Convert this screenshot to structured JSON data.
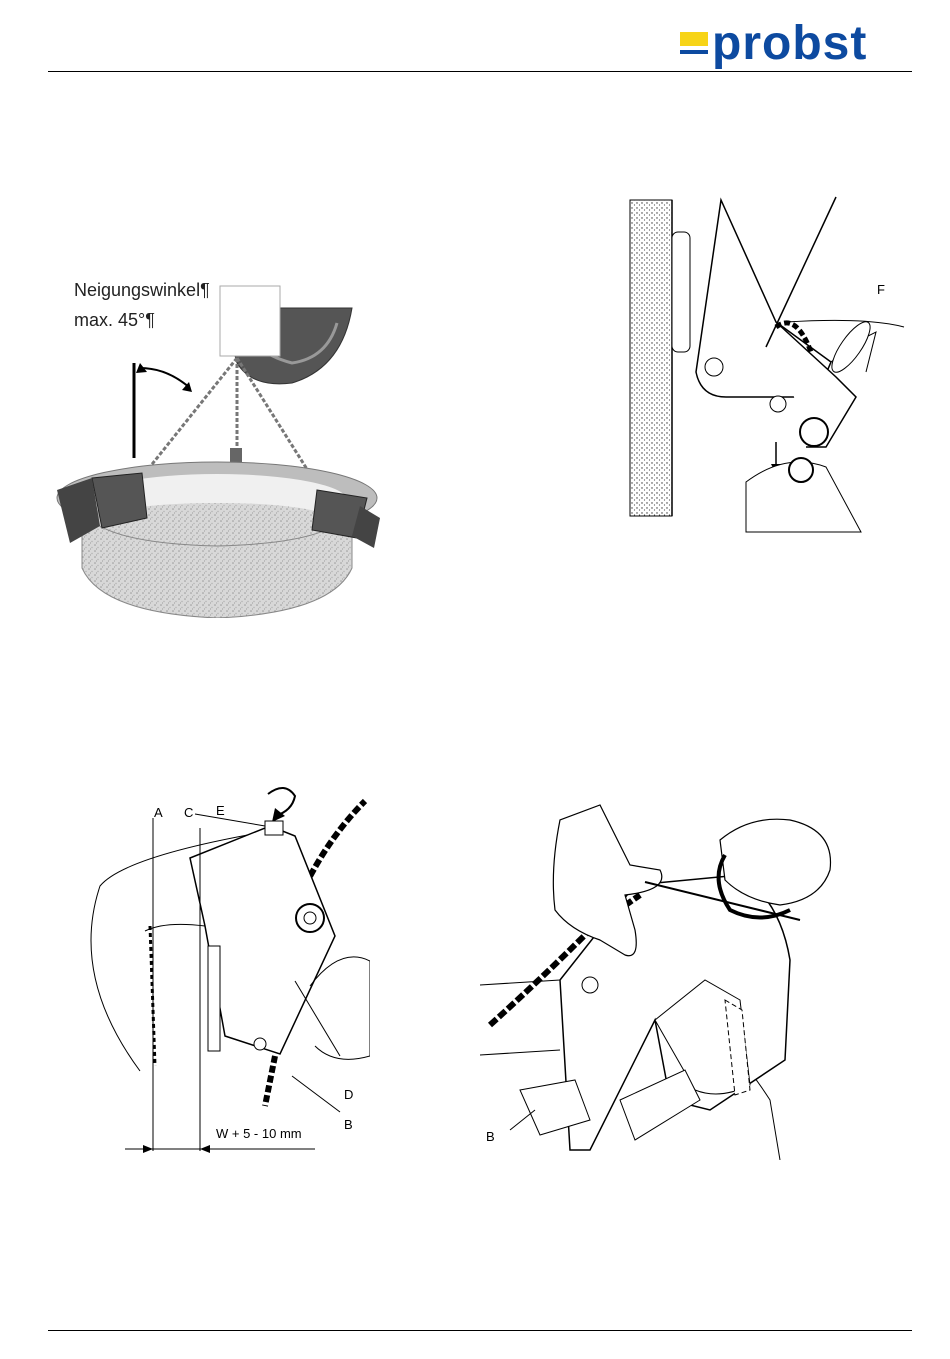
{
  "header": {
    "brand": "probst",
    "brand_color": "#0d4aa0",
    "brand_accent": "#f7d417"
  },
  "figure1": {
    "caption_line1": "Neigungswinkel¶",
    "caption_line2": "max. 45°¶"
  },
  "figure2": {
    "label_f": "F"
  },
  "figure3": {
    "label_a": "A",
    "label_c": "C",
    "label_e": "E",
    "label_d": "D",
    "label_b": "B",
    "dimension": "W + 5 - 10 mm"
  },
  "figure4": {
    "label_b": "B"
  }
}
